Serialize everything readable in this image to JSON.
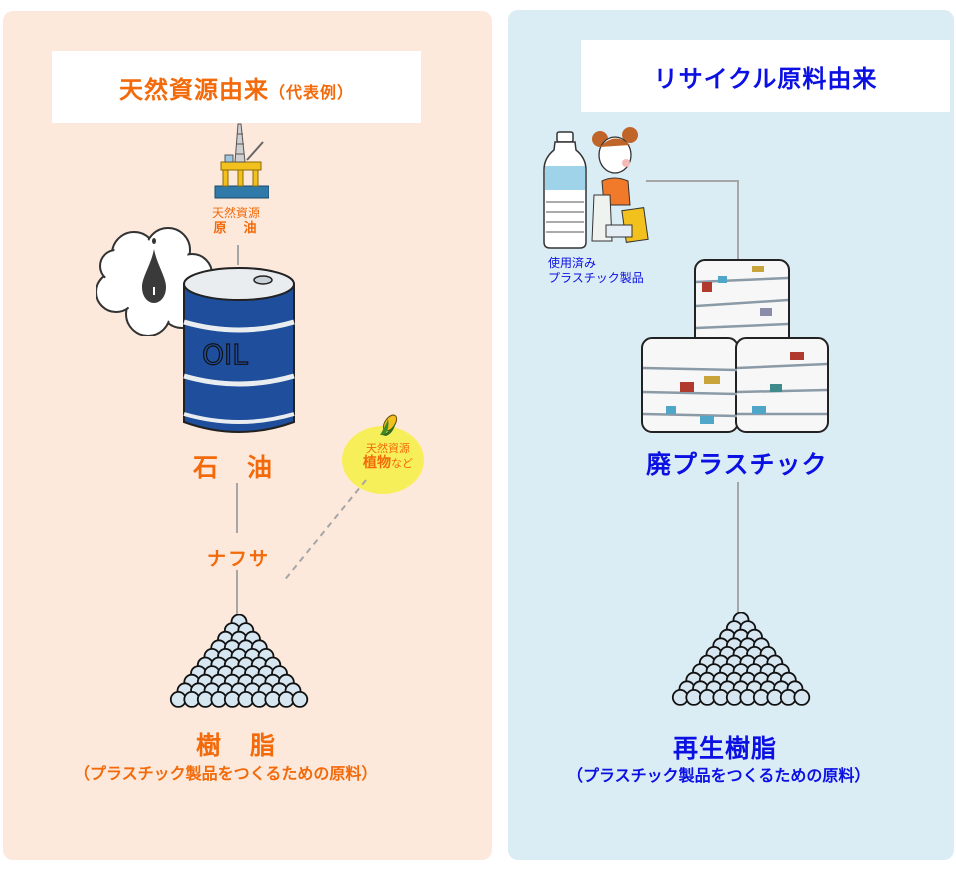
{
  "left_panel": {
    "title": "天然資源由来",
    "title_suffix": "（代表例）",
    "crude_oil_source": {
      "line1": "天然資源",
      "line2": "原　油",
      "icon": "oil-rig-icon"
    },
    "barrel": {
      "text": "OIL",
      "icon": "oil-barrel-icon"
    },
    "thought_bubble_icon": "oil-drop-icon",
    "petroleum_label": "石　油",
    "naphtha_label": "ナフサ",
    "plant_source": {
      "line1": "天然資源",
      "line2_main": "植物",
      "line2_suffix": "など",
      "icon": "corn-icon"
    },
    "resin_icon": "resin-pellets-icon",
    "resin_label": "樹　脂",
    "resin_caption": "（プラスチック製品をつくるための原料）"
  },
  "right_panel": {
    "title": "リサイクル原料由来",
    "used_products": {
      "line1": "使用済み",
      "line2": "プラスチック製品",
      "bottle_icon": "plastic-bottle-icon",
      "person_icon": "girl-with-packages-icon"
    },
    "waste_icon": "plastic-bales-icon",
    "waste_label": "廃プラスチック",
    "resin_icon": "resin-pellets-icon",
    "resin_label": "再生樹脂",
    "resin_caption": "（プラスチック製品をつくるための原料）"
  },
  "colors": {
    "left_bg": "#fde9dc",
    "right_bg": "#dbedf4",
    "left_text": "#f26a0a",
    "right_text": "#0b10e3",
    "connector": "#a6a6a6"
  }
}
